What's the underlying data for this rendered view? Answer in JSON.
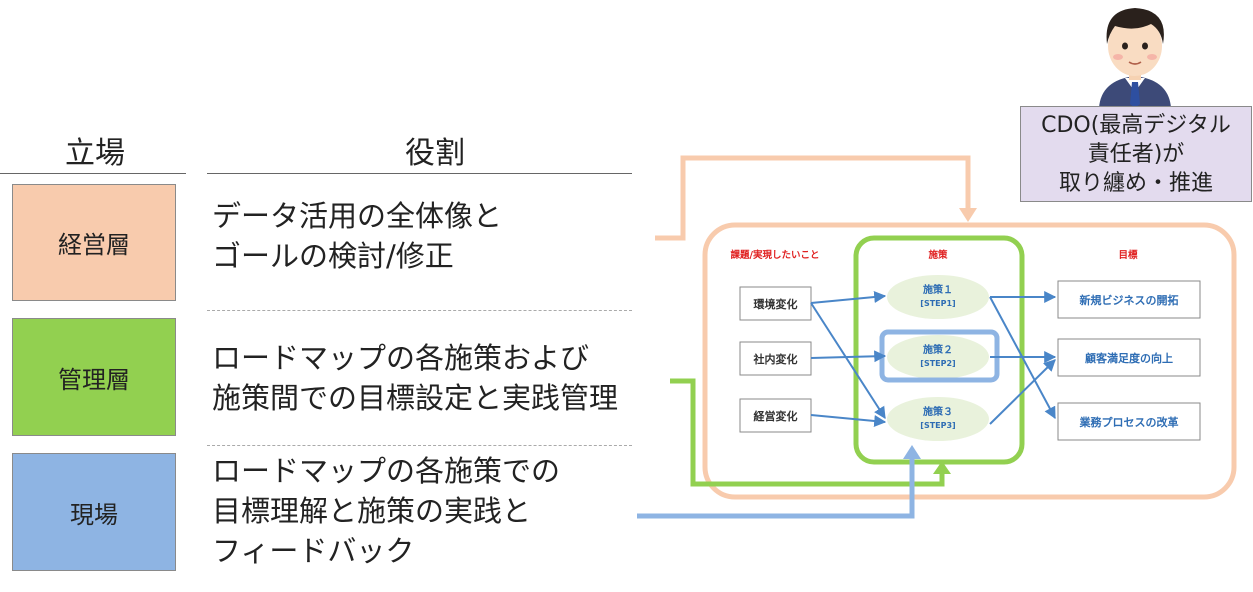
{
  "headers": {
    "position": "立場",
    "role": "役割"
  },
  "levels": [
    {
      "label": "経営層",
      "lines": [
        "データ活用の全体像と",
        "ゴールの検討/修正"
      ]
    },
    {
      "label": "管理層",
      "lines": [
        "ロードマップの各施策および",
        "施策間での目標設定と実践管理"
      ]
    },
    {
      "label": "現場",
      "lines": [
        "ロードマップの各施策での",
        "目標理解と施策の実践と",
        "フィードバック"
      ]
    }
  ],
  "cdo": {
    "lines": [
      "CDO(最高デジタル",
      "責任者)が",
      "取り纏め・推進"
    ]
  },
  "roadmap": {
    "col_headers": [
      "課題/実現したいこと",
      "施策",
      "目標"
    ],
    "issues": [
      "環境変化",
      "社内変化",
      "経営変化"
    ],
    "measures": [
      {
        "name": "施策１",
        "step": "[STEP1]"
      },
      {
        "name": "施策２",
        "step": "[STEP2]"
      },
      {
        "name": "施策３",
        "step": "[STEP3]"
      }
    ],
    "goals": [
      "新規ビジネスの開拓",
      "顧客満足度の向上",
      "業務プロセスの改革"
    ]
  },
  "colors": {
    "executive": "#f8cbad",
    "management": "#92d050",
    "field": "#8eb4e3",
    "cdo_bg": "#e3dbee",
    "arrow_blue": "#4a86c8",
    "red_text": "#e02020",
    "node_text": "#2e6db4"
  }
}
